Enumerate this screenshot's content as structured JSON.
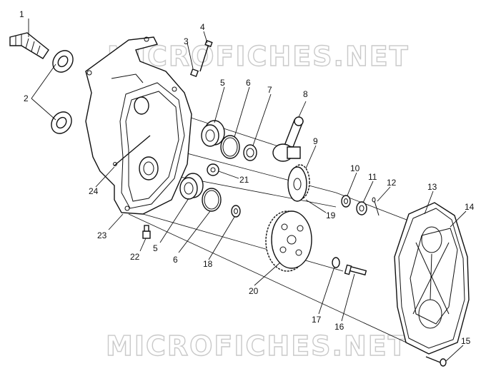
{
  "watermark_top": "MICROFICHES.NET",
  "watermark_bottom": "MICROFICHES.NET",
  "callouts": {
    "c1": "1",
    "c2": "2",
    "c3": "3",
    "c4": "4",
    "c5a": "5",
    "c5b": "5",
    "c6a": "6",
    "c6b": "6",
    "c7": "7",
    "c8": "8",
    "c9": "9",
    "c10": "10",
    "c11": "11",
    "c12": "12",
    "c13": "13",
    "c14": "14",
    "c15": "15",
    "c16": "16",
    "c17": "17",
    "c18": "18",
    "c19": "19",
    "c20": "20",
    "c21": "21",
    "c22": "22",
    "c23": "23",
    "c24": "24"
  }
}
